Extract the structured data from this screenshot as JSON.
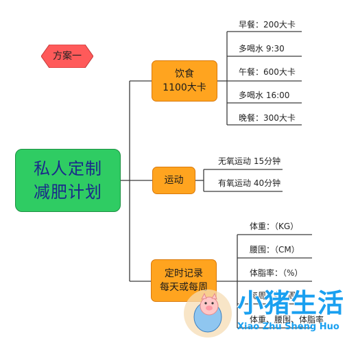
{
  "badge": {
    "label": "方案一"
  },
  "root": {
    "line1": "私人定制",
    "line2": "减肥计划"
  },
  "branches": {
    "diet": {
      "line1": "饮食",
      "line2": "1100大卡",
      "items": [
        "早餐：200大卡",
        "多喝水 9:30",
        "午餐：600大卡",
        "多喝水 16:00",
        "晚餐：300大卡"
      ]
    },
    "sport": {
      "label": "运动",
      "items": [
        "无氧运动 15分钟",
        "有氧运动 40分钟"
      ]
    },
    "record": {
      "line1": "定时记录",
      "line2": "每天或每周",
      "items": [
        "体重：（KG）",
        "腰围：（CM）",
        "体脂率：（%）",
        "每周或每2周",
        "体重、腰围、体脂率"
      ]
    }
  },
  "watermark": {
    "title": "小猪生活",
    "subtitle": "Xiao Zhu Sheng Huo"
  },
  "colors": {
    "root_fill": "#2fcc63",
    "branch_fill": "#ffa41f",
    "badge_fill": "#ff5a5a",
    "line": "#3a3a3a",
    "watermark": "#1aa0f0"
  }
}
